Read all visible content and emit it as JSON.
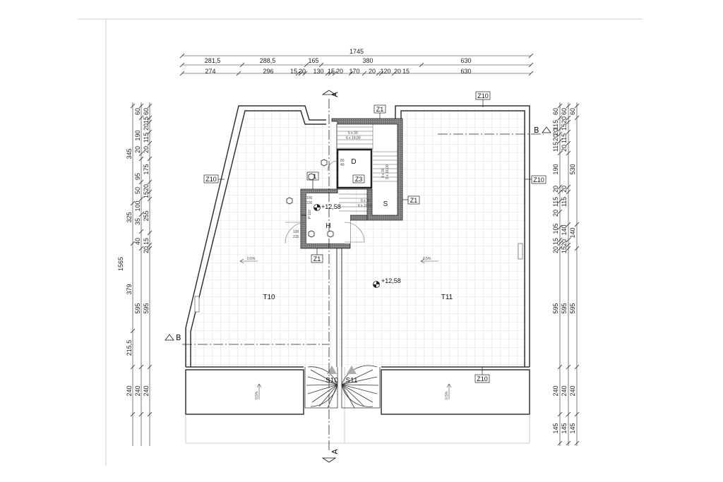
{
  "dimensions": {
    "top_total": "1745",
    "top_row1": [
      "281,5",
      "288,5",
      "165",
      "380",
      "630"
    ],
    "top_row2": [
      "274",
      "296",
      "15",
      "20",
      "130",
      "15",
      "20",
      "170",
      "20",
      "120",
      "20",
      "15",
      "630"
    ],
    "left_total": "1565",
    "left_col1": [
      "345",
      "325",
      "379",
      "215,5",
      "240"
    ],
    "left_col2": [
      "60",
      "190",
      "20",
      "95",
      "50",
      "100",
      "35",
      "40",
      "595",
      "240"
    ],
    "left_col3": [
      "60",
      "15",
      "20",
      "115",
      "20",
      "175",
      "20",
      "15",
      "255",
      "15",
      "20",
      "595",
      "240"
    ],
    "right_col1": [
      "60",
      "115",
      "20",
      "20",
      "115",
      "190",
      "20",
      "115",
      "20",
      "105",
      "15",
      "20",
      "595",
      "240",
      "145"
    ],
    "right_col2": [
      "60",
      "20",
      "15",
      "115",
      "20",
      "20",
      "115",
      "140",
      "20",
      "15",
      "595",
      "240",
      "145"
    ],
    "right_col3": [
      "60",
      "530",
      "140",
      "595",
      "240",
      "145"
    ]
  },
  "sections": {
    "a_top": "A",
    "a_bottom": "A",
    "b_left": "B",
    "b_right": "B"
  },
  "rooms": {
    "t10": "T10",
    "t11": "T11",
    "d": "D",
    "s": "S",
    "h": "H",
    "s10": "S10",
    "s11": "S11"
  },
  "tags": {
    "z10": "Z10",
    "z1": "Z1",
    "z3": "Z3"
  },
  "levels": {
    "center": "+12,58",
    "stair": "+12,58"
  },
  "slopes": {
    "t10": "0,5%",
    "t11": "0,5%",
    "lower_left": "0,5%",
    "lower_right": "0,5%"
  },
  "notes": {
    "stair_top_a": "5 x 30",
    "stair_top_b": "6 x 18,00",
    "stair_mid_a": "8 x 30",
    "stair_mid_b": "9 x 18,00",
    "stair_low_a": "5 x 30",
    "stair_low_b": "6 x 18,00",
    "door_d_a": "80",
    "door_d_b": "40",
    "door_h1_a": "100",
    "door_h1_b": "130",
    "door_h2_a": "100",
    "door_h2_b": "215",
    "door_h3": "P 110"
  }
}
